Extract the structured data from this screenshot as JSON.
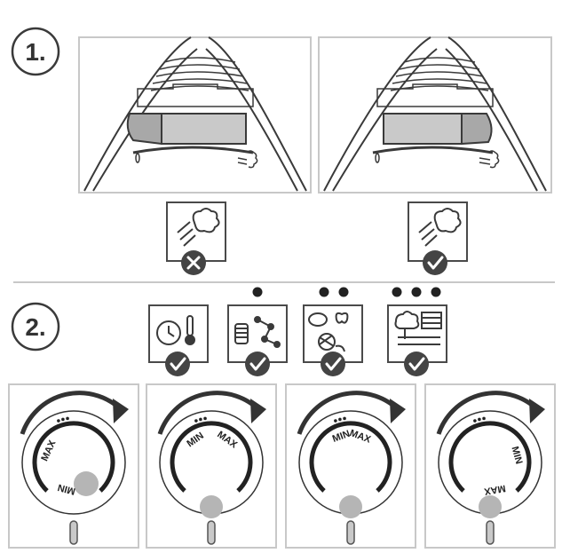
{
  "steps": {
    "step1": {
      "number": "1."
    },
    "step2": {
      "number": "2."
    }
  },
  "step1_panels": [
    {
      "status": "cross",
      "icon": "steam-icon"
    },
    {
      "status": "check",
      "icon": "steam-icon"
    }
  ],
  "fabric_icons": [
    {
      "dots": 0,
      "icon": "clock-thermometer-icon"
    },
    {
      "dots": 1,
      "icon": "thread-molecule-icon"
    },
    {
      "dots": 2,
      "icon": "sheep-butterfly-yarn-icon"
    },
    {
      "dots": 3,
      "icon": "cotton-linen-icon"
    }
  ],
  "dials": [
    {
      "max_label": "MAX",
      "min_label": "MIN",
      "highlight": "min"
    },
    {
      "max_label": "MAX",
      "min_label": "MIN",
      "highlight": "bottom"
    },
    {
      "max_label": "MAX",
      "min_label": "MIN",
      "highlight": "bottom"
    },
    {
      "max_label": "MAX",
      "min_label": "MIN",
      "highlight": "bottom"
    }
  ],
  "colors": {
    "stroke": "#3a3a3a",
    "light_gray": "#c9c9c9",
    "mid_gray": "#b5b5b5",
    "icon_border": "#4a4a4a",
    "divider": "#c8c8c8"
  }
}
